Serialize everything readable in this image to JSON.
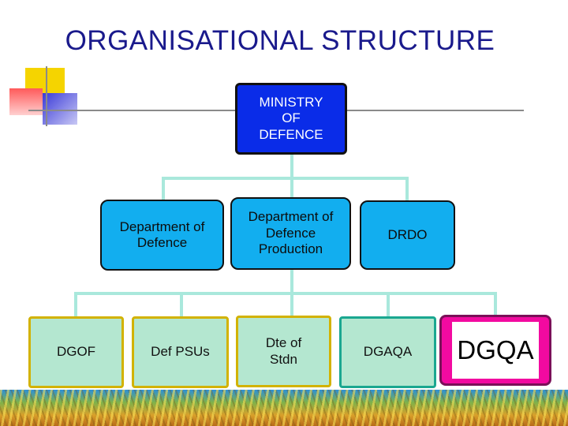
{
  "slide": {
    "title": "ORGANISATIONAL STRUCTURE"
  },
  "org_chart": {
    "root": {
      "label": "MINISTRY OF DEFENCE"
    },
    "departments": [
      {
        "label": "Department of Defence"
      },
      {
        "label": "Department of Defence Production"
      },
      {
        "label": "DRDO"
      }
    ],
    "units": [
      {
        "label": "DGOF"
      },
      {
        "label": "Def PSUs"
      },
      {
        "label": "Dte of Stdn"
      },
      {
        "label": "DGAQA"
      },
      {
        "label": "DGQA"
      }
    ]
  },
  "colors": {
    "title": "#1a1a8c",
    "ministry_box": "#0a2ce8",
    "department_box": "#12aeef",
    "unit_box": "#b4e7d0",
    "highlight_box": "#f20aa0",
    "connector": "#a9e8dc"
  }
}
